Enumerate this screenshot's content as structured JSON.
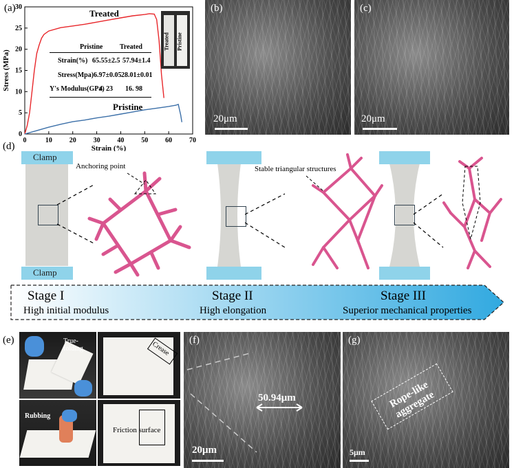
{
  "panels": {
    "a": "(a)",
    "b": "(b)",
    "c": "(c)",
    "d": "(d)",
    "e": "(e)",
    "f": "(f)",
    "g": "(g)"
  },
  "chart_data": {
    "type": "line",
    "xlabel": "Strain (%)",
    "ylabel": "Stress (MPa)",
    "xlim": [
      0,
      70
    ],
    "ylim": [
      0,
      30
    ],
    "xticks": [
      0,
      10,
      20,
      30,
      40,
      50,
      60,
      70
    ],
    "yticks": [
      0,
      5,
      10,
      15,
      20,
      25,
      30
    ],
    "series": [
      {
        "name": "Treated",
        "color": "#e8262a",
        "points": [
          [
            0,
            0
          ],
          [
            1,
            2
          ],
          [
            2,
            5
          ],
          [
            3,
            10
          ],
          [
            4,
            15
          ],
          [
            5,
            19
          ],
          [
            6,
            21
          ],
          [
            7,
            22.6
          ],
          [
            8,
            23.5
          ],
          [
            10,
            24.3
          ],
          [
            15,
            25.1
          ],
          [
            20,
            25.5
          ],
          [
            25,
            25.9
          ],
          [
            30,
            26.4
          ],
          [
            35,
            26.9
          ],
          [
            40,
            27.4
          ],
          [
            45,
            27.9
          ],
          [
            50,
            28.2
          ],
          [
            52,
            28.4
          ],
          [
            54,
            28.3
          ],
          [
            55,
            27.0
          ],
          [
            56,
            22
          ],
          [
            57,
            14
          ],
          [
            58,
            8.5
          ]
        ]
      },
      {
        "name": "Pristine",
        "color": "#3b6fa8",
        "points": [
          [
            0,
            0
          ],
          [
            5,
            0.8
          ],
          [
            10,
            1.6
          ],
          [
            15,
            2.3
          ],
          [
            20,
            2.9
          ],
          [
            25,
            3.3
          ],
          [
            30,
            3.8
          ],
          [
            35,
            4.2
          ],
          [
            40,
            4.7
          ],
          [
            45,
            5.2
          ],
          [
            50,
            5.7
          ],
          [
            55,
            6.1
          ],
          [
            60,
            6.5
          ],
          [
            63,
            6.8
          ],
          [
            64,
            7.0
          ],
          [
            65,
            4.5
          ],
          [
            65.5,
            2.8
          ]
        ]
      }
    ],
    "table": {
      "headers": [
        "",
        "Pristine",
        "Treated"
      ],
      "rows": [
        [
          "Strain(%)",
          "65.55±2.5",
          "57.94±1.4"
        ],
        [
          "Stress(Mpa)",
          "6.97±0.05",
          "28.01±0.01"
        ],
        [
          "Y's Modulus(GPa)",
          "4. 23",
          "16. 98"
        ]
      ]
    },
    "inset_labels": [
      "Treated",
      "Pristine"
    ]
  },
  "sem": {
    "b_scale": "20μm",
    "c_scale": "20μm",
    "f_scale": "20μm",
    "f_measure": "50.94μm",
    "g_scale": "5μm",
    "g_annotation": "Rope-like aggregate"
  },
  "diagram": {
    "clamp": "Clamp",
    "anchoring": "Anchoring point",
    "triangular": "Stable triangular structures",
    "fiber_color": "#d9558f",
    "arrow_color_start": "#ffffff",
    "arrow_color_end": "#31a9e0",
    "stages": [
      {
        "title": "Stage I",
        "desc": "High initial modulus"
      },
      {
        "title": "Stage II",
        "desc": "High elongation"
      },
      {
        "title": "Stage III",
        "desc": "Superior mechanical properties"
      }
    ]
  },
  "photos": {
    "true_folding": "True-folding",
    "rubbing": "Rubbing",
    "crease": "Crease",
    "friction": "Friction surface"
  }
}
